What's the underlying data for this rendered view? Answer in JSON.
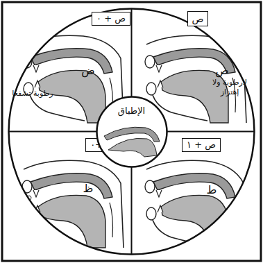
{
  "diagram": {
    "nodes": [
      {
        "text": [
          "ص"
        ]
      },
      {
        "text": [
          "ص + ٠"
        ]
      },
      {
        "text": [
          "ص + ١"
        ]
      },
      {
        "text": [
          "ص +١ +٠"
        ]
      },
      {
        "text": [
          "الإطباق"
        ]
      }
    ],
    "labels": [
      "ص",
      "لارطوبة ولا إهتزاز",
      "ض",
      "رطوبة تشفعا",
      "ط",
      "ظ"
    ]
  }
}
